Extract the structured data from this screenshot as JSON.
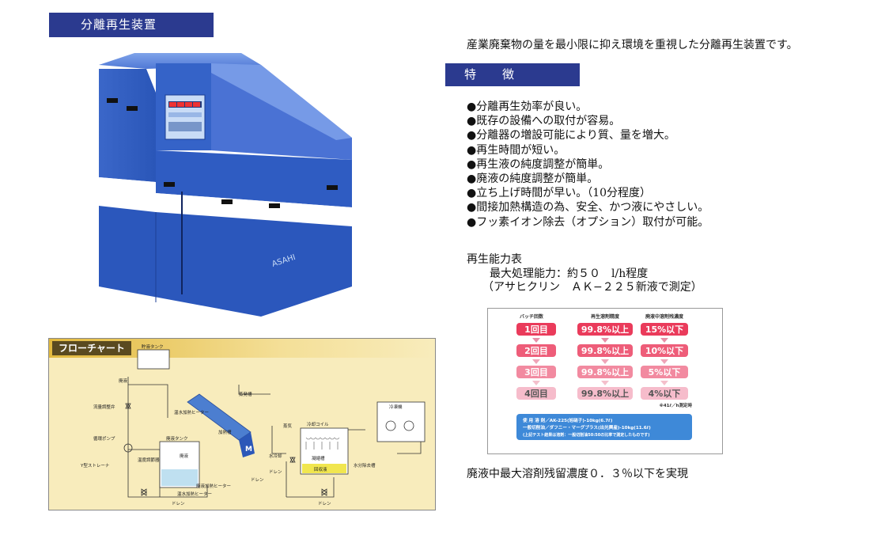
{
  "page": {
    "title": "分離再生装置",
    "intro": "産業廃棄物の量を最小限に抑え環境を重視した分離再生装置です。",
    "features_title": "特　　徴",
    "features": [
      "●分離再生効率が良い。",
      "●既存の設備への取付が容易。",
      "●分離器の増設可能により質、量を増大。",
      "●再生時間が短い。",
      "●再生液の純度調整が簡単。",
      "●廃液の純度調整が簡単。",
      "●立ち上げ時間が早い。（10分程度）",
      "●間接加熱構造の為、安全、かつ液にやさしい。",
      "●フッ素イオン除去（オプション）取付が可能。"
    ],
    "capacity": {
      "title": "再生能力表",
      "line1": "最大処理能力：約５０　l/h程度",
      "line2": "（アサヒクリン　ＡＫ−２２５新液で測定）"
    },
    "result": "廃液中最大溶剤残留濃度０．３％以下を実現"
  },
  "machine": {
    "logo": "ASAHI"
  },
  "results_table": {
    "headers": [
      "バッチ回数",
      "再生溶剤精度",
      "廃液中溶剤残濃度"
    ],
    "rows": [
      [
        "1回目",
        "99.8%以上",
        "15%以下"
      ],
      [
        "2回目",
        "99.8%以上",
        "10%以下"
      ],
      [
        "3回目",
        "99.8%以上",
        "5%以下"
      ],
      [
        "4回目",
        "99.8%以上",
        "4%以下"
      ]
    ],
    "footnote": "※41ℓ／h測定時",
    "notes": [
      "使 用 溶 剤／AK-225(旭硝子)-10kg(6.7ℓ)",
      "一般切削油／ダフニー・マーグプラス(出光興産)-10kg(11.6ℓ)",
      "(上記テスト結果は溶剤：一般切削油50:50の比率で測定したものです)"
    ]
  },
  "flowchart": {
    "title": "フローチャート",
    "labels": [
      "貯液タンク",
      "廃液",
      "流量調整弁",
      "循環ポンプ",
      "Y型ストレーナ",
      "温度調節器",
      "廃液タンク",
      "温水加熱ヒーター",
      "廃液",
      "蒸発槽",
      "加熱槽",
      "温水加熱ヒーター",
      "蒸気",
      "冷却コイル",
      "水冷却",
      "ドレン",
      "凝縮槽",
      "水分除去槽",
      "回収液",
      "冷凍機",
      "ドレン",
      "ドレン",
      "ドレン",
      "廃液加熱ヒーター"
    ]
  }
}
